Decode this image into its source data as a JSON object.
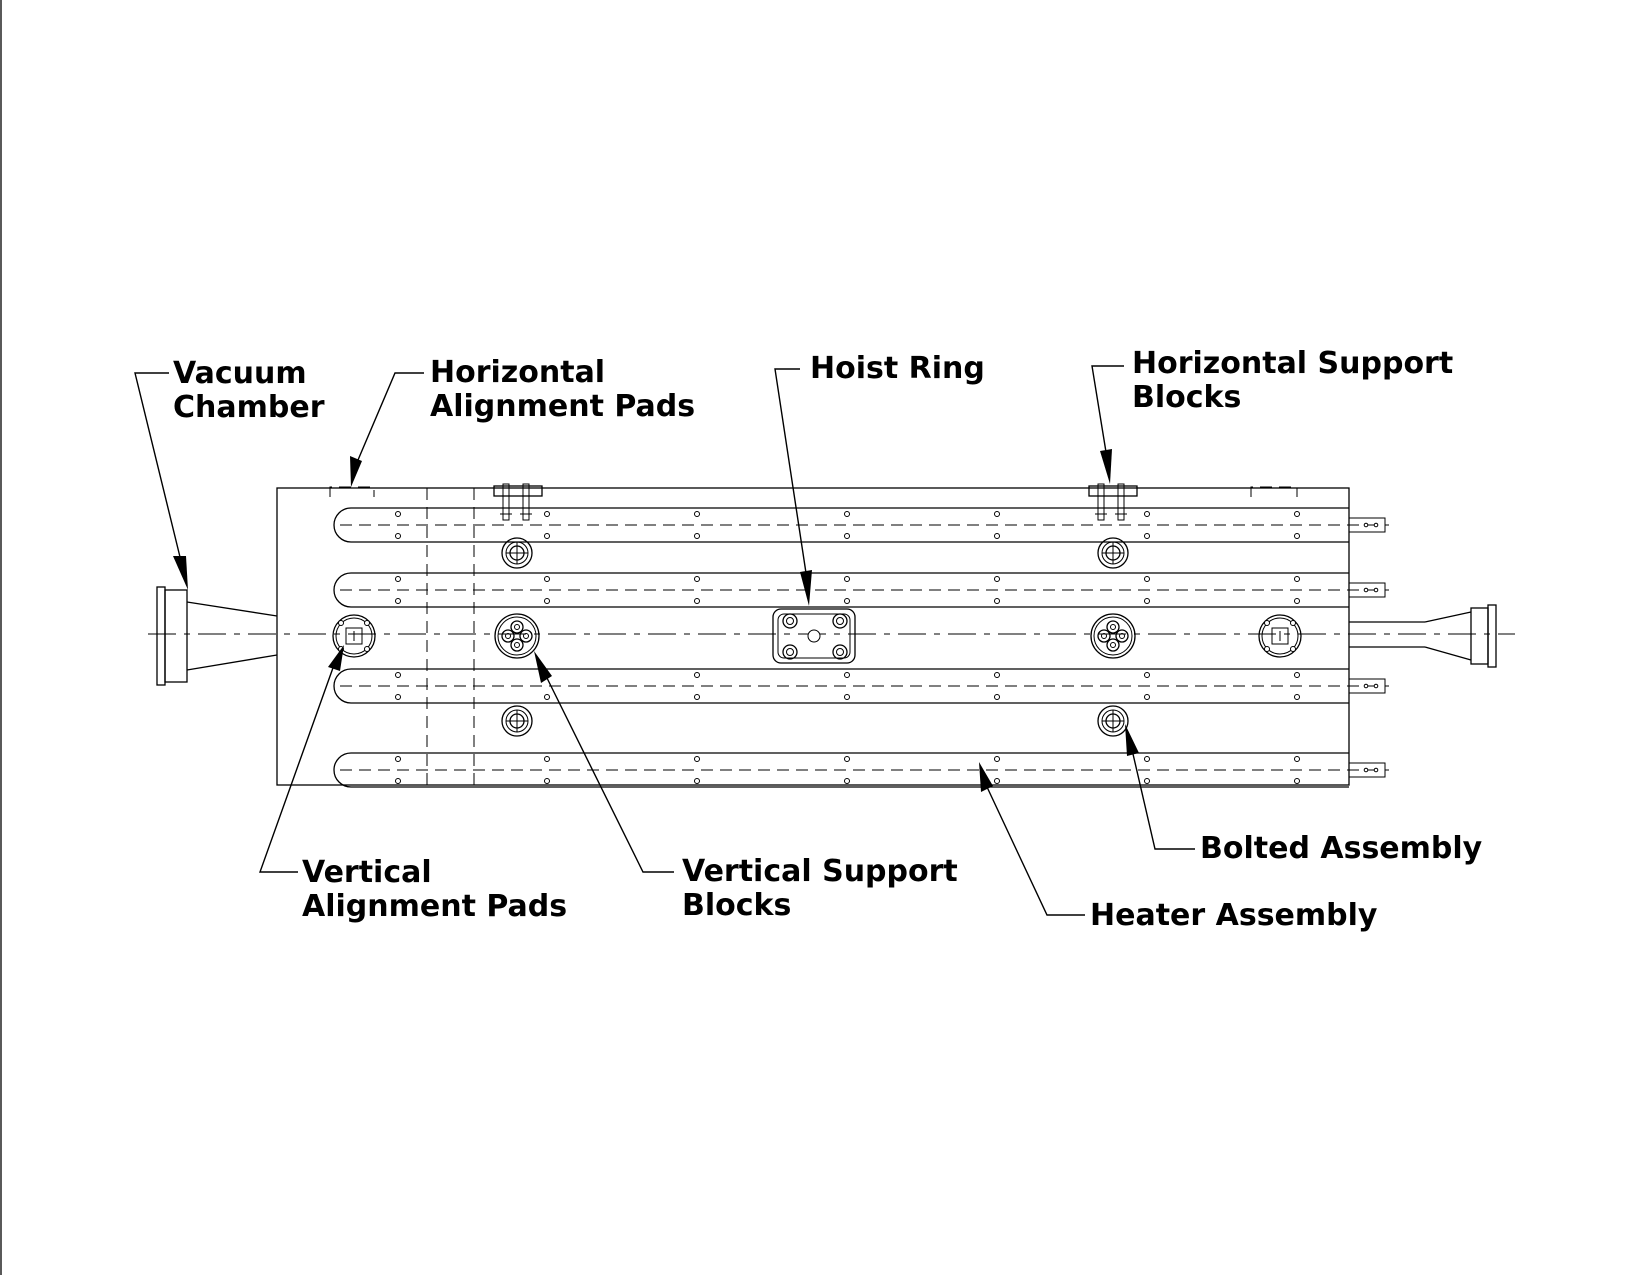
{
  "labels": {
    "vacuum_chamber": [
      "Vacuum",
      "Chamber"
    ],
    "horizontal_alignment_pads": [
      "Horizontal",
      "Alignment  Pads"
    ],
    "hoist_ring": [
      "Hoist  Ring"
    ],
    "horizontal_support_blocks": [
      "Horizontal  Support",
      "Blocks"
    ],
    "vertical_alignment_pads": [
      "Vertical",
      "Alignment  Pads"
    ],
    "vertical_support_blocks": [
      "Vertical  Support",
      "Blocks"
    ],
    "heater_assembly": [
      "Heater  Assembly"
    ],
    "bolted_assembly": [
      "Bolted  Assembly"
    ]
  }
}
